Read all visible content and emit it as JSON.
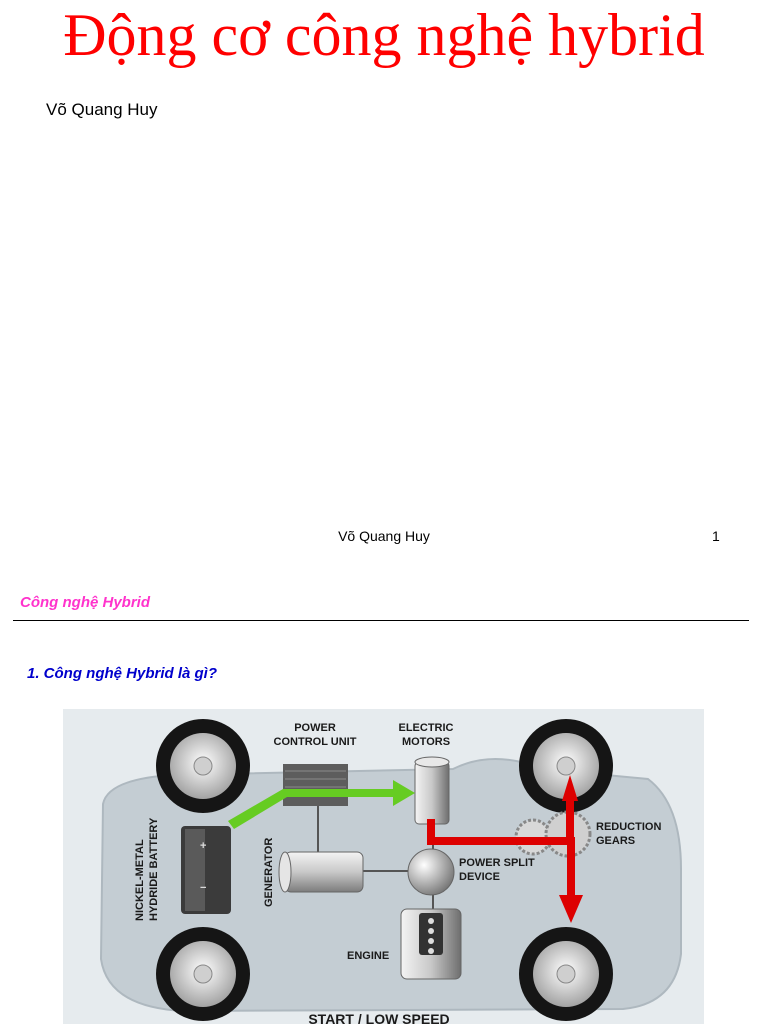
{
  "slide1": {
    "title": "Động cơ công nghệ hybrid",
    "author": "Võ Quang Huy"
  },
  "footer": {
    "author": "Võ Quang Huy",
    "page": "1"
  },
  "slide2": {
    "heading": "Công nghệ Hybrid",
    "subheading": "1. Công nghệ Hybrid là gì?",
    "diagram": {
      "labels": {
        "power_control_1": "POWER",
        "power_control_2": "CONTROL UNIT",
        "electric_1": "ELECTRIC",
        "electric_2": "MOTORS",
        "reduction_1": "REDUCTION",
        "reduction_2": "GEARS",
        "split_1": "POWER SPLIT",
        "split_2": "DEVICE",
        "engine": "ENGINE",
        "generator": "GENERATOR",
        "battery_1": "NICKEL-METAL",
        "battery_2": "HYDRIDE BATTERY",
        "plus": "+",
        "minus": "−",
        "caption": "START / LOW SPEED"
      },
      "colors": {
        "background": "#e6ebee",
        "body": "#c4cdd3",
        "green_arrow": "#66cc22",
        "red_arrow": "#dd0000",
        "tire": "#151515"
      }
    }
  }
}
